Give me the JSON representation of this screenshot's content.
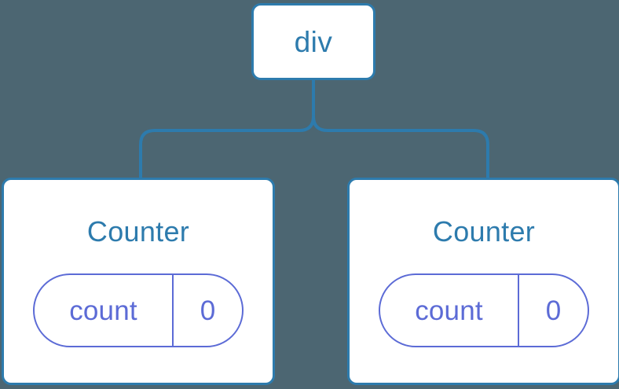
{
  "diagram": {
    "type": "component-tree",
    "background_color": "#4c6672",
    "node_color": "#2d7bad",
    "state_color": "#5c6bd6",
    "root": {
      "label": "div"
    },
    "children": [
      {
        "label": "Counter",
        "state": {
          "key": "count",
          "value": "0"
        }
      },
      {
        "label": "Counter",
        "state": {
          "key": "count",
          "value": "0"
        }
      }
    ]
  }
}
